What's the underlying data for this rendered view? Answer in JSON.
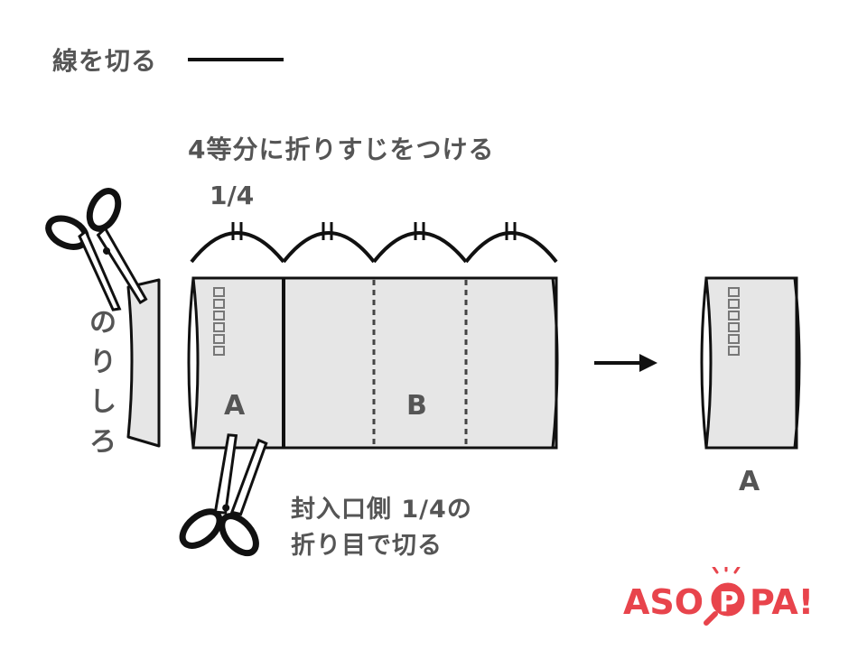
{
  "legend": {
    "label": "線を切る"
  },
  "instruction": "4等分に折りすじをつける",
  "quarter_label": "1/4",
  "side_label": "のりしろ",
  "caption": {
    "line1": "封入口側 1/4の",
    "line2": "折り目で切る"
  },
  "labels": {
    "a": "A",
    "b": "B",
    "a_result": "A"
  },
  "stamp_marks": [
    "□",
    "□",
    "□",
    "□",
    "□",
    "□"
  ],
  "logo": {
    "text": "ASOPPA!",
    "color": "#e8444c"
  },
  "icons": [
    "scissors-icon",
    "arrow-right-icon"
  ]
}
